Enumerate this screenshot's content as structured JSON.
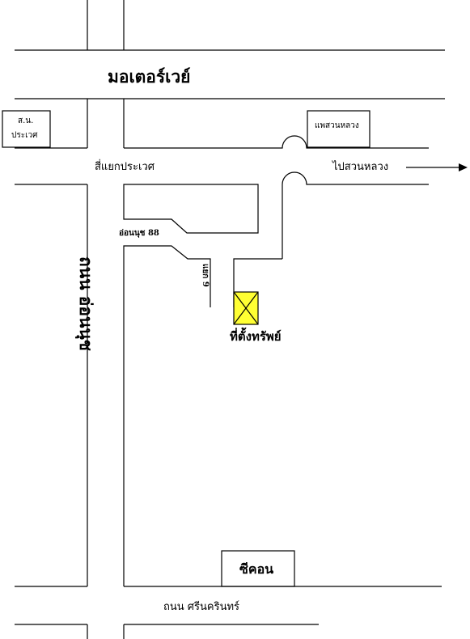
{
  "map": {
    "motorway_label": "มอเตอร์เวย์",
    "police_station_line1": "ส.น.",
    "police_station_line2": "ประเวศ",
    "pae_suan_luang_label": "แพสวนหลวง",
    "intersection_label": "สี่แยกประเวศ",
    "to_suan_luang_label": "ไปสวนหลวง",
    "soi_label": "อ่อนนุช 88",
    "soi_branch_label": "แยก 9",
    "main_road_label": "ถนน อ่อนนุช",
    "property_label": "ที่ตั้งทรัพย์",
    "secon_label": "ซีคอน",
    "srinakarin_road_label": "ถนน ศรีนครินทร์",
    "colors": {
      "property_marker": "#ffff33",
      "lines": "#000000",
      "background": "#ffffff"
    },
    "icons": {
      "direction": "right-arrow-icon",
      "property": "x-box-marker-icon"
    }
  }
}
